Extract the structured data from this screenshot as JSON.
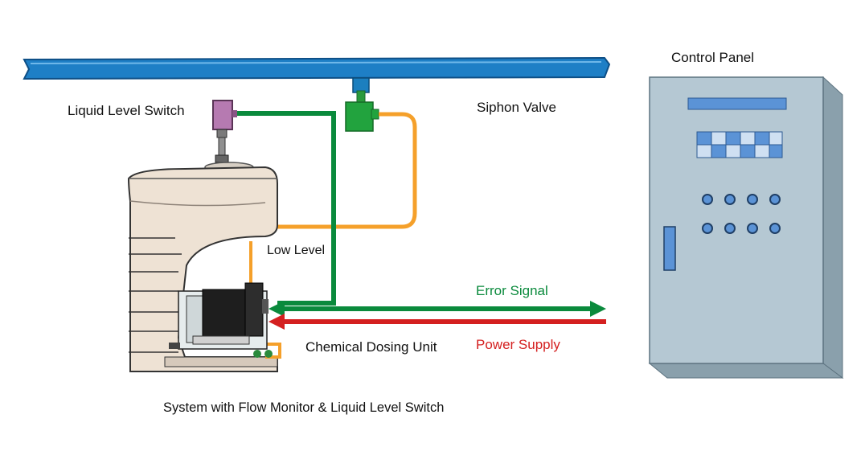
{
  "labels": {
    "liquid_level_switch": "Liquid Level Switch",
    "siphon_valve": "Siphon Valve",
    "control_panel": "Control Panel",
    "low_level": "Low Level",
    "error_signal": "Error Signal",
    "chemical_dosing_unit": "Chemical Dosing Unit",
    "power_supply": "Power Supply",
    "caption": "System with Flow Monitor & Liquid Level Switch"
  },
  "colors": {
    "pipe": "#1e7fc6",
    "signal_line": "#0a8a3c",
    "hose": "#f5a02a",
    "power_line": "#d42020",
    "panel": "#b5c8d3",
    "machine_body": "#eee2d4"
  }
}
